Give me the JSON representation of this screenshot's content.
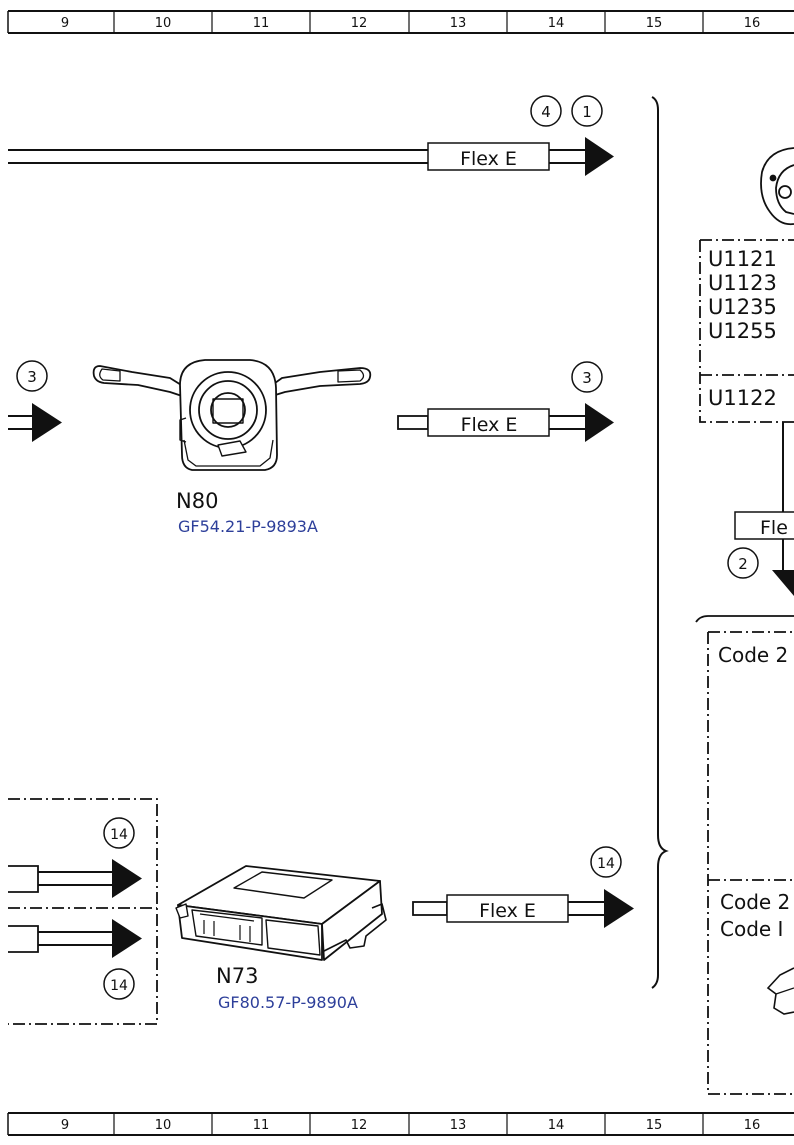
{
  "ruler": {
    "columns": [
      "9",
      "10",
      "11",
      "12",
      "13",
      "14",
      "15",
      "16"
    ]
  },
  "connectors": {
    "top": {
      "label": "Flex E",
      "refs": [
        "4",
        "1"
      ]
    },
    "middle": {
      "label": "Flex E",
      "ref": "3"
    },
    "bottom": {
      "label": "Flex E",
      "ref": "14"
    },
    "lower_right": {
      "label": "Fle",
      "ref": "2"
    }
  },
  "incoming_refs": {
    "middle_left": "3",
    "bottom_upper": "14",
    "bottom_lower": "14"
  },
  "components": {
    "n80": {
      "name": "N80",
      "doc_link": "GF54.21-P-9893A"
    },
    "n73": {
      "name": "N73",
      "doc_link": "GF80.57-P-9890A"
    }
  },
  "fault_codes": {
    "group1": [
      "U1121",
      "U1123",
      "U1235",
      "U1255"
    ],
    "group2": [
      "U1122"
    ]
  },
  "code_labels": {
    "first": "Code 2",
    "second": "Code 2",
    "third": "Code I"
  },
  "colors": {
    "link": "#2d3f9a",
    "line": "#111111",
    "background": "#ffffff"
  }
}
